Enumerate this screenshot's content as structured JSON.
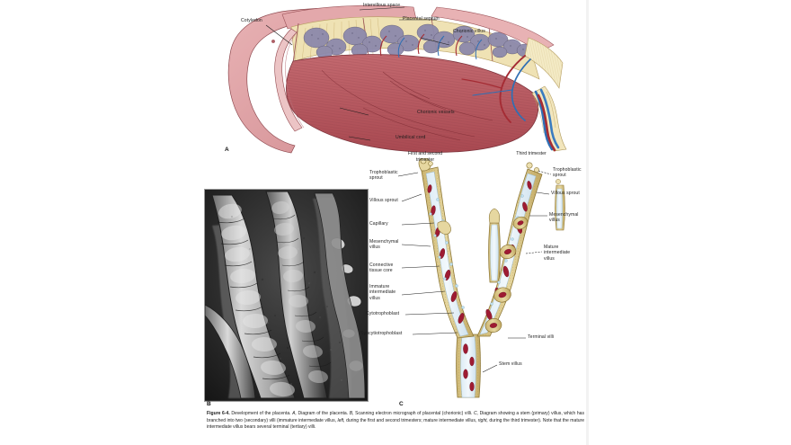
{
  "figure": {
    "number": "Figure 6-4.",
    "caption_parts": [
      {
        "text": "Figure 6-4.",
        "style": "bold"
      },
      {
        "text": " Development of the placenta. ",
        "style": "plain"
      },
      {
        "text": "A,",
        "style": "italic"
      },
      {
        "text": " Diagram of the placenta. ",
        "style": "plain"
      },
      {
        "text": "B,",
        "style": "italic"
      },
      {
        "text": " Scanning electron micrograph of placental (chorionic) villi. ",
        "style": "plain"
      },
      {
        "text": "C,",
        "style": "italic"
      },
      {
        "text": " Diagram showing a stem (primary) villus, which has branched into two (secondary) villi (immature intermediate villus, ",
        "style": "plain"
      },
      {
        "text": "left,",
        "style": "italic"
      },
      {
        "text": " during the first and second trimesters; mature intermediate villus, ",
        "style": "plain"
      },
      {
        "text": "right,",
        "style": "italic"
      },
      {
        "text": " during the third trimester). Note that the mature intermediate villus bears several terminal (tertiary) villi.",
        "style": "plain"
      }
    ],
    "caption_plain": "Figure 6-4. Development of the placenta. A, Diagram of the placenta. B, Scanning electron micrograph of placental (chorionic) villi. C, Diagram showing a stem (primary) villus, which has branched into two (secondary) villi (immature intermediate villus, left, during the first and second trimesters; mature intermediate villus, right, during the third trimester). Note that the mature intermediate villus bears several terminal (tertiary) villi."
  },
  "panels": {
    "a": {
      "letter": "A",
      "title": "Diagram of the placenta",
      "labels": [
        {
          "id": "cotyledon",
          "text": "Cotyledon"
        },
        {
          "id": "intervillous-space",
          "text": "Intervillous space"
        },
        {
          "id": "placental-septum",
          "text": "Placental septum"
        },
        {
          "id": "chorionic-villus",
          "text": "Chorionic villus"
        },
        {
          "id": "chorionic-vessels",
          "text": "Chorionic vessels"
        },
        {
          "id": "umbilical-cord",
          "text": "Umbilical cord"
        }
      ]
    },
    "b": {
      "letter": "B",
      "title": "Scanning electron micrograph of placental (chorionic) villi"
    },
    "c": {
      "letter": "C",
      "title": "Diagram showing a stem (primary) villus",
      "column_headings": [
        {
          "id": "first-second-trimester",
          "text": "First and second\ntrimester"
        },
        {
          "id": "third-trimester",
          "text": "Third trimester"
        }
      ],
      "labels_left": [
        {
          "id": "trophoblastic-sprout",
          "text": "Trophoblastic\nsprout"
        },
        {
          "id": "villous-sprout",
          "text": "Villous sprout"
        },
        {
          "id": "capillary",
          "text": "Capillary"
        },
        {
          "id": "mesenchymal-villus",
          "text": "Mesenchymal\nvillus"
        },
        {
          "id": "connective-tissue-core",
          "text": "Connective\ntissue core"
        },
        {
          "id": "immature-intermediate-villus",
          "text": "Immature\nintermediate\nvillus"
        },
        {
          "id": "cytotrophoblast",
          "text": "Cytotrophoblast"
        },
        {
          "id": "syncytiotrophoblast",
          "text": "Syncytiotrophoblast"
        }
      ],
      "labels_right": [
        {
          "id": "trophoblastic-sprout-right",
          "text": "Trophoblastic\nsprout"
        },
        {
          "id": "villous-sprout-right",
          "text": "Villous sprout"
        },
        {
          "id": "mesenchymal-villus-right",
          "text": "Mesenchymal villus"
        },
        {
          "id": "mature-intermediate-villus",
          "text": "Mature\nintermediate\nvillus"
        },
        {
          "id": "terminal-villi",
          "text": "Terminal villi"
        }
      ],
      "labels_bottom": [
        {
          "id": "stem-villus",
          "text": "Stem villus"
        }
      ]
    }
  },
  "colors": {
    "maternal_tissue": "#c9767a",
    "decidua_pink": "#e0a3a6",
    "villi_cream": "#efe2b4",
    "villus_clusters": "#8a86a8",
    "artery_red": "#a82a32",
    "vein_blue": "#2a6bb0",
    "cord_cream": "#f2e6bd",
    "trophoblast_tan": "#d8c27a",
    "villus_core": "#e3eef5",
    "capillary_crimson": "#9e1b32",
    "page_background": "#ffffff",
    "micrograph_dark": "#2a2a2a",
    "label_text": "#1c1c1c"
  }
}
